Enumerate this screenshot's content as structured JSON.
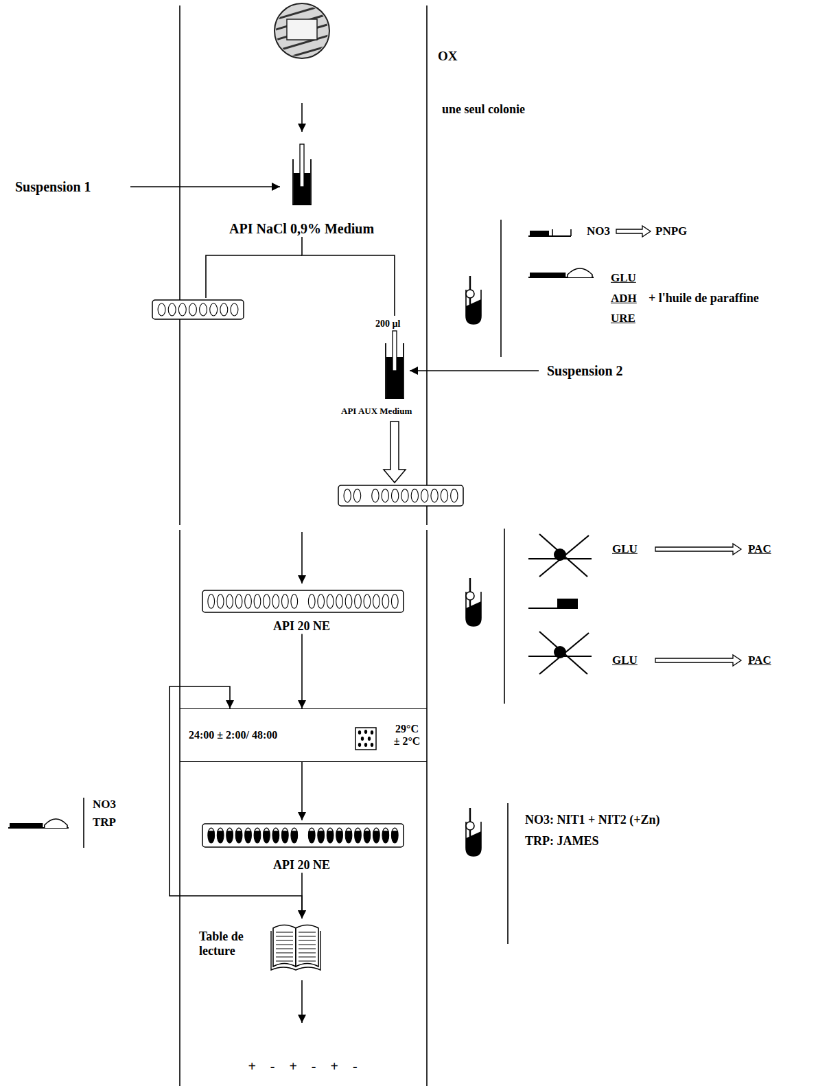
{
  "diagram": {
    "nodes": [
      {
        "text": [
          "API NaCl 0,9% Medium"
        ]
      },
      {
        "text": [
          "200 µl",
          "API AUX Medium"
        ]
      },
      {
        "text": [
          "API 20 NE"
        ]
      },
      {
        "text": [
          "24:00 ± 2:00/ 48:00",
          "29°C ± 2°C"
        ]
      },
      {
        "text": [
          "API 20 NE"
        ]
      },
      {
        "text": [
          "Table de lecture"
        ]
      }
    ],
    "edges": [
      {
        "from": 0,
        "to": 1,
        "arrow": "none"
      },
      {
        "from": 1,
        "to": 2,
        "arrow": "to"
      },
      {
        "from": 2,
        "to": 3,
        "arrow": "to"
      },
      {
        "from": 3,
        "to": 4,
        "arrow": "to"
      },
      {
        "from": 4,
        "to": 5,
        "arrow": "to"
      },
      {
        "from": 3,
        "to": 5,
        "arrow": "both"
      }
    ],
    "labels": [
      "OX",
      "une seul colonie",
      "Suspension 1",
      "Suspension 2",
      "NO3",
      "PNPG",
      "GLU",
      "ADH",
      "URE",
      "+ l'huile de paraffine",
      "GLU",
      "PAC",
      "GLU",
      "PAC",
      "NO3",
      "TRP",
      "NO3: NIT1 + NIT2 (+Zn)",
      "TRP: JAMES",
      "+ - + - + -"
    ]
  }
}
